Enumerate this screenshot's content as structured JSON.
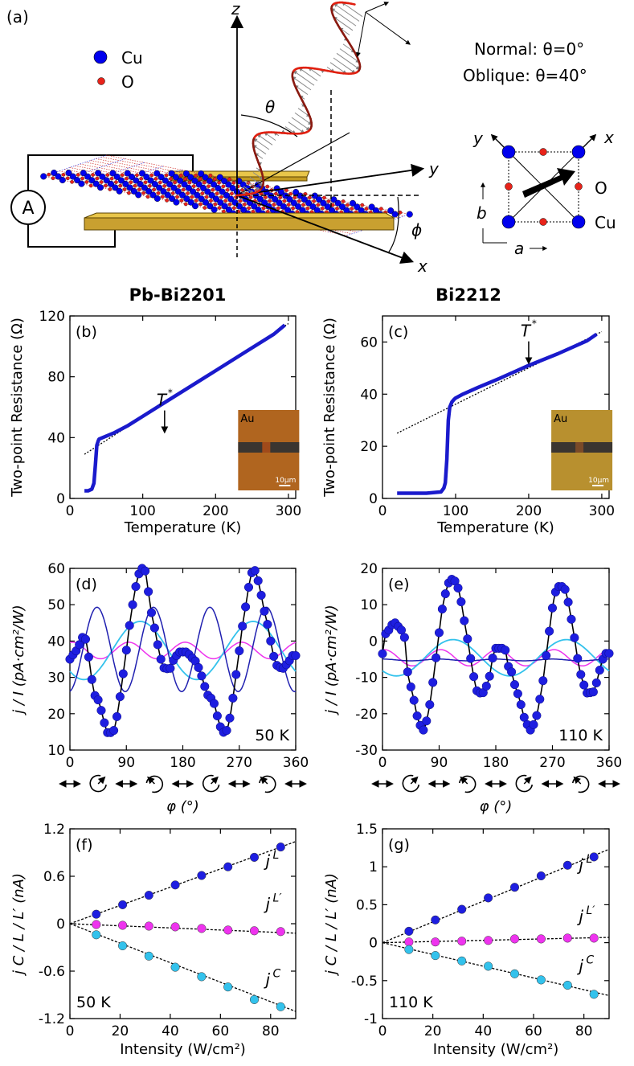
{
  "figure": {
    "panel_a_label": "(a)",
    "legend_cu": "Cu",
    "legend_o": "O",
    "normal_text": "Normal: θ=0°",
    "oblique_text": "Oblique: θ=40°",
    "ammeter_label": "A",
    "axis_x": "x",
    "axis_y": "y",
    "axis_z": "z",
    "theta": "θ",
    "phi": "ϕ",
    "lattice_x": "x",
    "lattice_y": "y",
    "lattice_o": "O",
    "lattice_cu": "Cu",
    "lattice_a": "a",
    "lattice_b": "b",
    "title_left": "Pb-Bi2201",
    "title_right": "Bi2212"
  },
  "chart_data": [
    {
      "id": "b",
      "type": "line",
      "panel_label": "(b)",
      "xlabel": "Temperature (K)",
      "ylabel": "Two-point Resistance (Ω)",
      "xlim": [
        0,
        310
      ],
      "ylim": [
        0,
        120
      ],
      "xticks": [
        0,
        100,
        200,
        300
      ],
      "yticks": [
        0,
        40,
        80,
        120
      ],
      "annotation": "T",
      "annotation_sup": "*",
      "annotation_at": [
        130,
        42
      ],
      "inset_label": "Au",
      "inset_scale": "10μm",
      "series": [
        {
          "x": [
            20,
            25,
            30,
            33,
            35,
            37,
            39,
            40,
            45,
            50,
            60,
            80,
            100,
            130,
            160,
            200,
            240,
            280,
            295
          ],
          "y": [
            5,
            5,
            6,
            10,
            22,
            35,
            38,
            39,
            40,
            41,
            43,
            48,
            54,
            63,
            72,
            84,
            96,
            108,
            114
          ]
        }
      ],
      "fit": {
        "x": [
          20,
          300
        ],
        "y": [
          29,
          115
        ]
      }
    },
    {
      "id": "c",
      "type": "line",
      "panel_label": "(c)",
      "xlabel": "Temperature (K)",
      "ylabel": "Two-point Resistance (Ω)",
      "xlim": [
        0,
        310
      ],
      "ylim": [
        0,
        70
      ],
      "xticks": [
        0,
        100,
        200,
        300
      ],
      "yticks": [
        0,
        20,
        40,
        60
      ],
      "annotation": "T",
      "annotation_sup": "*",
      "annotation_at": [
        200,
        51
      ],
      "inset_label": "Au",
      "inset_scale": "10μm",
      "series": [
        {
          "x": [
            20,
            40,
            60,
            80,
            84,
            86,
            88,
            90,
            92,
            95,
            98,
            100,
            110,
            130,
            160,
            200,
            240,
            280,
            293
          ],
          "y": [
            2,
            2,
            2,
            2.5,
            4,
            6,
            15,
            30,
            35,
            37,
            38,
            38.5,
            40,
            42.5,
            46,
            51,
            55.5,
            60.5,
            63
          ]
        }
      ],
      "fit": {
        "x": [
          20,
          300
        ],
        "y": [
          25,
          64
        ]
      }
    },
    {
      "id": "d",
      "type": "line",
      "panel_label": "(d)",
      "xlabel": "φ (°)",
      "ylabel": "j / I  (pA·cm²/W)",
      "xlim": [
        0,
        360
      ],
      "ylim": [
        10,
        60
      ],
      "xticks": [
        0,
        90,
        180,
        270,
        360
      ],
      "yticks": [
        10,
        20,
        30,
        40,
        50,
        60
      ],
      "temp_label": "50 K",
      "model": {
        "c0": 37.4,
        "cl": -4.4,
        "sl": 19.0,
        "clp": 0.3,
        "slp": -9.6,
        "cc": -8.0,
        "sc": 0.5
      },
      "points_phi": [
        0,
        5,
        10,
        15,
        20,
        25,
        30,
        35,
        40,
        45,
        50,
        55,
        60,
        65,
        70,
        75,
        80,
        85,
        90,
        95,
        100,
        105,
        110,
        115,
        120,
        125,
        130,
        135,
        140,
        145,
        150,
        155,
        160,
        165,
        170,
        175,
        180,
        185,
        190,
        195,
        200,
        205,
        210,
        215,
        220,
        225,
        230,
        235,
        240,
        245,
        250,
        255,
        260,
        265,
        270,
        275,
        280,
        285,
        290,
        295,
        300,
        305,
        310,
        315,
        320,
        325,
        330,
        335,
        340,
        345,
        350,
        355,
        360
      ],
      "points_j": [
        35,
        36.2,
        37.3,
        39,
        41,
        40.5,
        35.6,
        29.4,
        25,
        23.8,
        20.9,
        17.5,
        14.8,
        14.8,
        15.4,
        19.2,
        24.7,
        31,
        37.5,
        44.3,
        50,
        55,
        58.5,
        60,
        59.3,
        53.6,
        47.8,
        43.6,
        39,
        35,
        32.6,
        32.4,
        32.5,
        34.7,
        36,
        37,
        37,
        37,
        36.3,
        35.3,
        34.5,
        32.7,
        30.4,
        27.5,
        25.1,
        24.3,
        22.8,
        19.4,
        16.4,
        14.9,
        15.4,
        18.8,
        24.3,
        30.8,
        37.3,
        44.1,
        49.4,
        54.8,
        58.8,
        59.4,
        56.6,
        52.6,
        48.2,
        44.6,
        40,
        35.8,
        33.3,
        32.7,
        32.5,
        33.5,
        34.6,
        36,
        36
      ]
    },
    {
      "id": "e",
      "type": "line",
      "panel_label": "(e)",
      "xlabel": "φ (°)",
      "ylabel": "j / I  (pA·cm²/W)",
      "xlim": [
        0,
        360
      ],
      "ylim": [
        -30,
        20
      ],
      "xticks": [
        0,
        90,
        180,
        270,
        360
      ],
      "yticks": [
        -30,
        -20,
        -10,
        0,
        10,
        20
      ],
      "temp_label": "110 K",
      "model": {
        "c0": -4.6,
        "cl": -6.2,
        "sl": 14.5,
        "clp": -0.6,
        "slp": 0.2,
        "cc": -5.0,
        "sc": 0.1
      },
      "points_phi": [
        0,
        5,
        10,
        15,
        20,
        25,
        30,
        35,
        40,
        45,
        50,
        55,
        60,
        65,
        70,
        75,
        80,
        85,
        90,
        95,
        100,
        105,
        110,
        115,
        120,
        125,
        130,
        135,
        140,
        145,
        150,
        155,
        160,
        165,
        170,
        175,
        180,
        185,
        190,
        195,
        200,
        205,
        210,
        215,
        220,
        225,
        230,
        235,
        240,
        245,
        250,
        255,
        260,
        265,
        270,
        275,
        280,
        285,
        290,
        295,
        300,
        305,
        310,
        315,
        320,
        325,
        330,
        335,
        340,
        345,
        350,
        355,
        360
      ],
      "points_j": [
        -3.5,
        2,
        3,
        4.5,
        5,
        4,
        3,
        1,
        -8.5,
        -12.6,
        -16.3,
        -20.6,
        -23.2,
        -24.5,
        -22,
        -17.5,
        -11.4,
        -4.6,
        2.3,
        8.8,
        13,
        16,
        17,
        16.5,
        14.6,
        10.8,
        5.6,
        0.6,
        -4.8,
        -9.8,
        -13.7,
        -14.3,
        -14.2,
        -12.4,
        -9.7,
        -4.7,
        -2,
        -2,
        -2,
        -2.5,
        -7,
        -8.5,
        -12,
        -14.5,
        -17.5,
        -21,
        -23,
        -24.5,
        -23,
        -20.5,
        -16,
        -10.9,
        -4,
        2.7,
        9.1,
        13.5,
        15,
        15,
        14.2,
        10.7,
        6,
        0.9,
        -4.8,
        -9.2,
        -12.1,
        -14.3,
        -14.2,
        -14,
        -11.5,
        -8,
        -5,
        -3.4,
        -3.4
      ]
    },
    {
      "id": "f",
      "type": "scatter",
      "panel_label": "(f)",
      "xlabel": "Intensity (W/cm²)",
      "ylabel": "j C / L / L′ (nA)",
      "xlim": [
        0,
        90
      ],
      "ylim": [
        -1.2,
        1.2
      ],
      "xticks": [
        0,
        20,
        40,
        60,
        80
      ],
      "yticks": [
        -1.2,
        -0.6,
        0,
        0.6,
        1.2
      ],
      "ytick_labels": [
        "-1.2",
        "-0.6",
        "0",
        "0.6",
        "1.2"
      ],
      "temp_label": "50 K",
      "series": [
        {
          "name": "j^L",
          "x": [
            10.5,
            21,
            31.5,
            42,
            52.5,
            63,
            73.5,
            84
          ],
          "y": [
            0.12,
            0.24,
            0.36,
            0.49,
            0.61,
            0.72,
            0.84,
            0.97
          ],
          "fit_slope": 0.01155
        },
        {
          "name": "j^L′",
          "x": [
            10.5,
            21,
            31.5,
            42,
            52.5,
            63,
            73.5,
            84
          ],
          "y": [
            -0.01,
            -0.02,
            -0.03,
            -0.04,
            -0.06,
            -0.08,
            -0.09,
            -0.1
          ],
          "fit_slope": -0.00133
        },
        {
          "name": "j^C",
          "x": [
            10.5,
            21,
            31.5,
            42,
            52.5,
            63,
            73.5,
            84
          ],
          "y": [
            -0.14,
            -0.28,
            -0.41,
            -0.55,
            -0.67,
            -0.8,
            -0.96,
            -1.05
          ],
          "fit_slope": -0.01233
        }
      ]
    },
    {
      "id": "g",
      "type": "scatter",
      "panel_label": "(g)",
      "xlabel": "Intensity (W/cm²)",
      "ylabel": "j C / L / L′ (nA)",
      "xlim": [
        0,
        90
      ],
      "ylim": [
        -1,
        1.5
      ],
      "xticks": [
        0,
        20,
        40,
        60,
        80
      ],
      "yticks": [
        -1,
        -0.5,
        0,
        0.5,
        1,
        1.5
      ],
      "ytick_labels": [
        "-1",
        "-0.5",
        "0",
        "0.5",
        "1",
        "1.5"
      ],
      "temp_label": "110 K",
      "series": [
        {
          "name": "j^L",
          "x": [
            10.5,
            21,
            31.5,
            42,
            52.5,
            63,
            73.5,
            84
          ],
          "y": [
            0.15,
            0.3,
            0.44,
            0.59,
            0.73,
            0.88,
            1.02,
            1.13
          ],
          "fit_slope": 0.01368
        },
        {
          "name": "j^L′",
          "x": [
            10.5,
            21,
            31.5,
            42,
            52.5,
            63,
            73.5,
            84
          ],
          "y": [
            0.01,
            0.01,
            0.02,
            0.03,
            0.05,
            0.05,
            0.06,
            0.06
          ],
          "fit_slope": 0.00078
        },
        {
          "name": "j^C",
          "x": [
            10.5,
            21,
            31.5,
            42,
            52.5,
            63,
            73.5,
            84
          ],
          "y": [
            -0.09,
            -0.17,
            -0.24,
            -0.31,
            -0.41,
            -0.49,
            -0.56,
            -0.68
          ],
          "fit_slope": -0.00775
        }
      ]
    }
  ]
}
